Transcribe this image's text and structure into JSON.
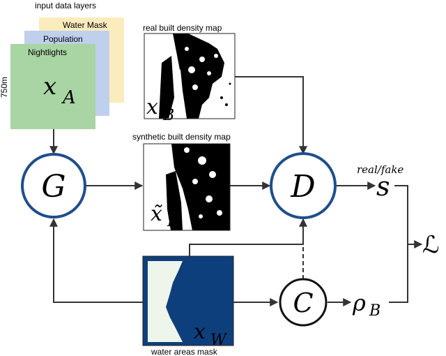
{
  "input_layers": {
    "title": "input data layers",
    "water_mask": "Water Mask",
    "population": "Population",
    "nightlights": "Nightlights",
    "side_scale": "750m",
    "var": "x",
    "sub": "A",
    "colors": {
      "water": "#fbecbe",
      "population": "#bfd0ec",
      "nightlights": "#a9d4a4"
    }
  },
  "real_map": {
    "title": "real built density map",
    "var": "x",
    "sub": "B"
  },
  "synthetic_map": {
    "title": "synthetic built density map",
    "var": "x̃",
    "sub": "B"
  },
  "water_mask": {
    "caption": "water areas mask",
    "var": "x",
    "sub": "W",
    "color": "#0e3f7d",
    "land": "#eef5ea"
  },
  "nodes": {
    "generator": "G",
    "discriminator": "D",
    "classifier": "C",
    "accent": "#1f4e8c"
  },
  "outputs": {
    "real_fake": "real/fake",
    "score": "s",
    "rho": "ρ",
    "rho_sub": "B",
    "loss": "ℒ"
  }
}
